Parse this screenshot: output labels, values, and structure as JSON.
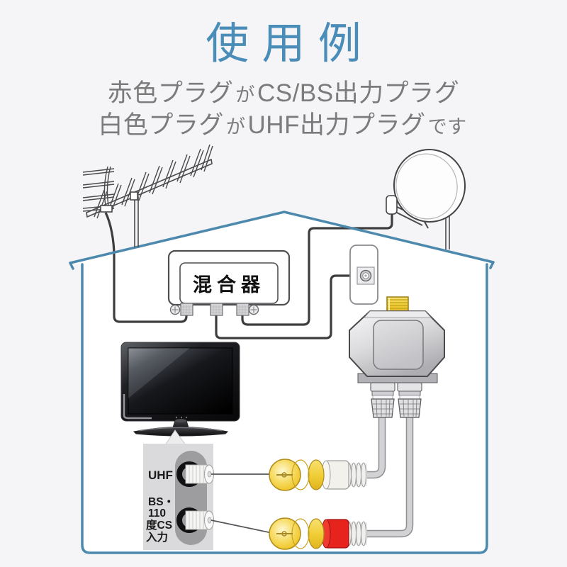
{
  "title": "使用例",
  "subtitle": {
    "line1": {
      "part1": "赤色プラグ",
      "particle": "が",
      "part2": "CS/BS出力プラグ"
    },
    "line2": {
      "part1": "白色プラグ",
      "particle": "が",
      "part2": "UHF出力プラグ",
      "suffix": "です"
    }
  },
  "diagram": {
    "mixer_label": "混合器",
    "terminal": {
      "uhf_label": "UHF",
      "bs_lines": [
        "BS・",
        "110",
        "度CS",
        "入力"
      ]
    }
  },
  "colors": {
    "accent_blue": "#4a8db8",
    "house_blue": "#4c89ad",
    "text_gray": "#7b7b7b",
    "plug_gold": "#f5d43e",
    "band_red": "#e6231c",
    "band_white": "#f2f1ec",
    "cable_dark": "#3d3d3f",
    "cable_light": "#d2d2d4"
  }
}
